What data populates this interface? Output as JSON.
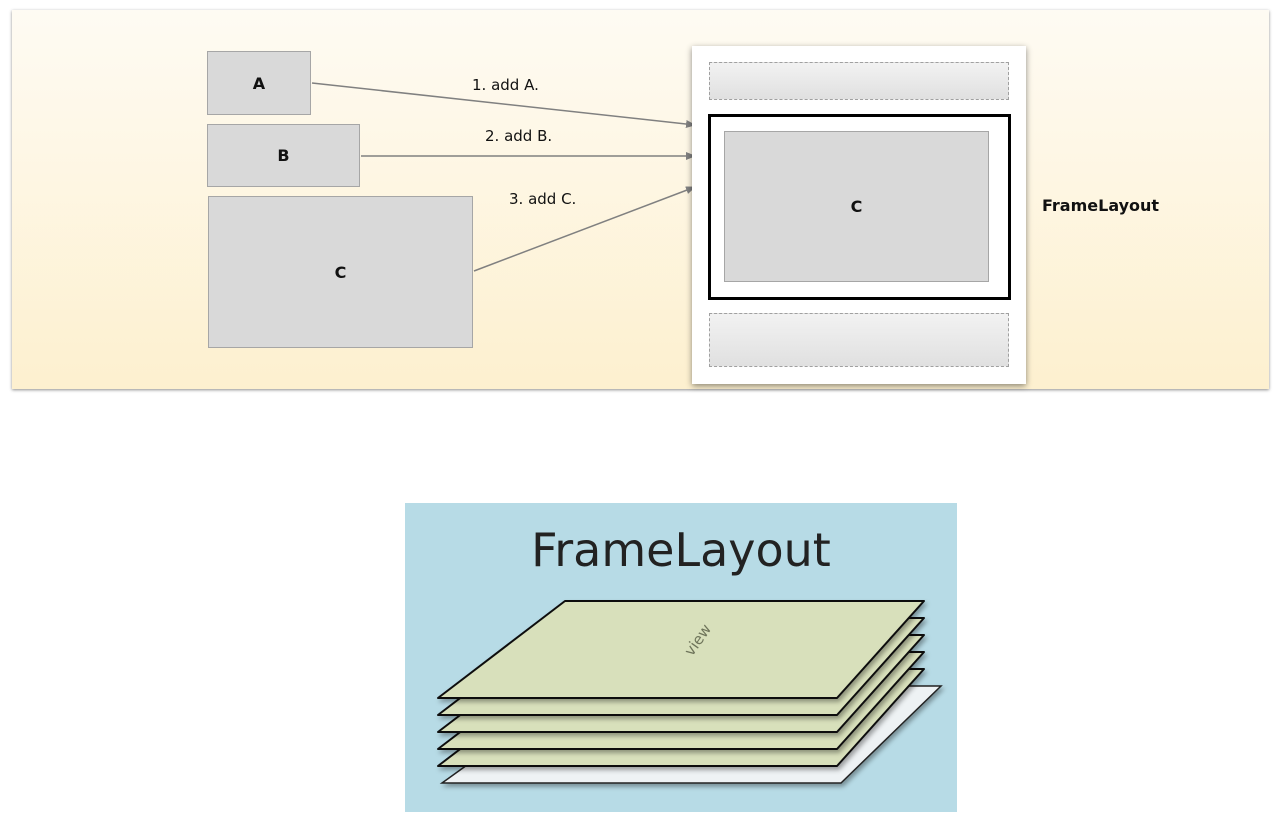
{
  "flow": {
    "boxes": {
      "a": "A",
      "b": "B",
      "c": "C"
    },
    "steps": [
      "1. add A.",
      "2. add B.",
      "3. add C."
    ],
    "frame_content": "C",
    "container_label": "FrameLayout"
  },
  "stack": {
    "title": "FrameLayout",
    "layer_label": "view",
    "layer_count": 5
  },
  "colors": {
    "panel_top": "#fefbf3",
    "panel_bottom": "#fdf0cf",
    "view_box_fill": "#d9d9d9",
    "arrow": "#808080",
    "bottom_panel": "#b7dbe6",
    "layer_fill": "#d8e0bb",
    "base_layer_fill": "#eef2f4"
  }
}
